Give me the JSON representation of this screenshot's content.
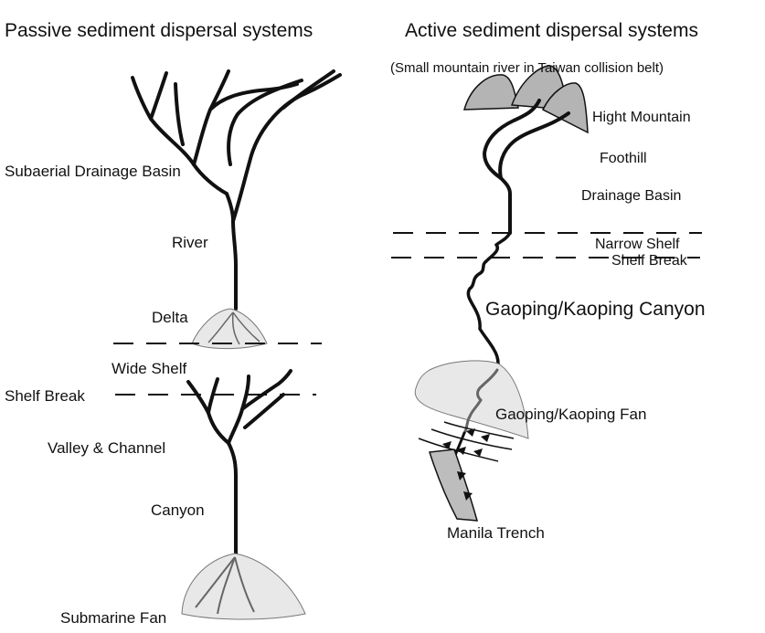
{
  "passive": {
    "title": "Passive sediment dispersal systems",
    "labels": {
      "drainage_basin": "Subaerial Drainage Basin",
      "river": "River",
      "delta": "Delta",
      "wide_shelf": "Wide Shelf",
      "shelf_break": "Shelf Break",
      "valley_channel": "Valley & Channel",
      "canyon": "Canyon",
      "submarine_fan": "Submarine Fan"
    }
  },
  "active": {
    "title": "Active sediment dispersal systems",
    "subtitle": "(Small mountain river in Taiwan collision belt)",
    "labels": {
      "mountain": "Hight Mountain",
      "foothill": "Foothill",
      "drainage_basin": "Drainage Basin",
      "narrow_shelf": "Narrow Shelf",
      "shelf_break": "Shelf Break",
      "canyon": "Gaoping/Kaoping Canyon",
      "fan": "Gaoping/Kaoping Fan",
      "trench": "Manila Trench"
    }
  },
  "colors": {
    "line": "#111111",
    "fill": "#e8e8e8",
    "mountain": "#b4b4b4",
    "trench": "#bdbdbd"
  }
}
